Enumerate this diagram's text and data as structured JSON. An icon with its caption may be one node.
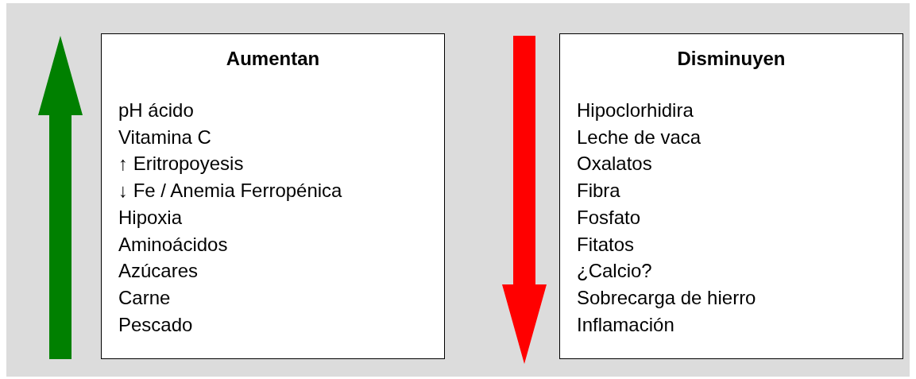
{
  "diagram": {
    "nodes": [
      {
        "text": [
          "Aumentan",
          "pH ácido",
          "Vitamina C",
          "↑ Eritropoyesis",
          "↓ Fe / Anemia Ferropénica",
          "Hipoxia",
          "Aminoácidos",
          "Azúcares",
          "Carne",
          "Pescado"
        ]
      },
      {
        "text": [
          "Disminuyen",
          "Hipoclorhidira",
          "Leche de vaca",
          "Oxalatos",
          "Fibra",
          "Fosfato",
          "Fitatos",
          "¿Calcio?",
          "Sobrecarga de hierro",
          "Inflamación"
        ]
      }
    ]
  }
}
